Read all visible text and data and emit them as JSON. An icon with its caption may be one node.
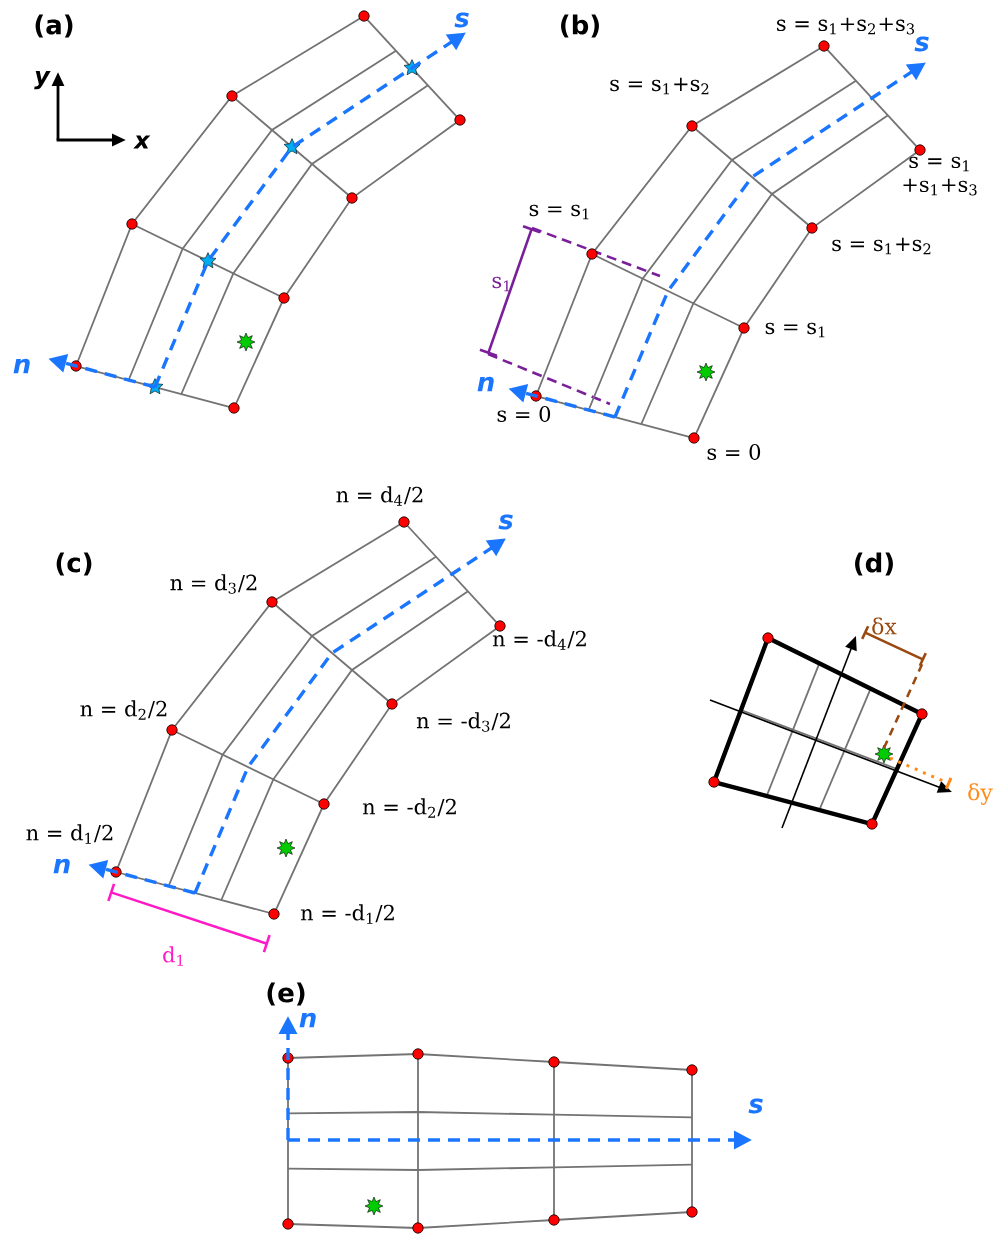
{
  "diagram": {
    "labels": [
      "(a)",
      "y",
      "x",
      "s",
      "n",
      "(b)",
      "s = s$_{1}$+s$_{2}$+s$_{3}$",
      "s",
      "s = s$_{1}$+s$_{2}$",
      "s = s$_{1}$ +s$_{1}$+s$_{3}$",
      "s = s$_{1}$",
      "s$_{1}$",
      "s = s$_{1}$+s$_{2}$",
      "s = s$_{1}$",
      "n",
      "s = 0",
      "s = 0",
      "(c)",
      "n = d$_{4}$/2",
      "s",
      "n = d$_{3}$/2",
      "n = -d$_{4}$/2",
      "n = d$_{2}$/2",
      "n = -d$_{3}$/2",
      "n = -d$_{2}$/2",
      "n = d$_{1}$/2",
      "n",
      "n = -d$_{1}$/2",
      "d$_{1}$",
      "(d)",
      "δx",
      "δy",
      "(e)",
      "n",
      "s"
    ]
  }
}
